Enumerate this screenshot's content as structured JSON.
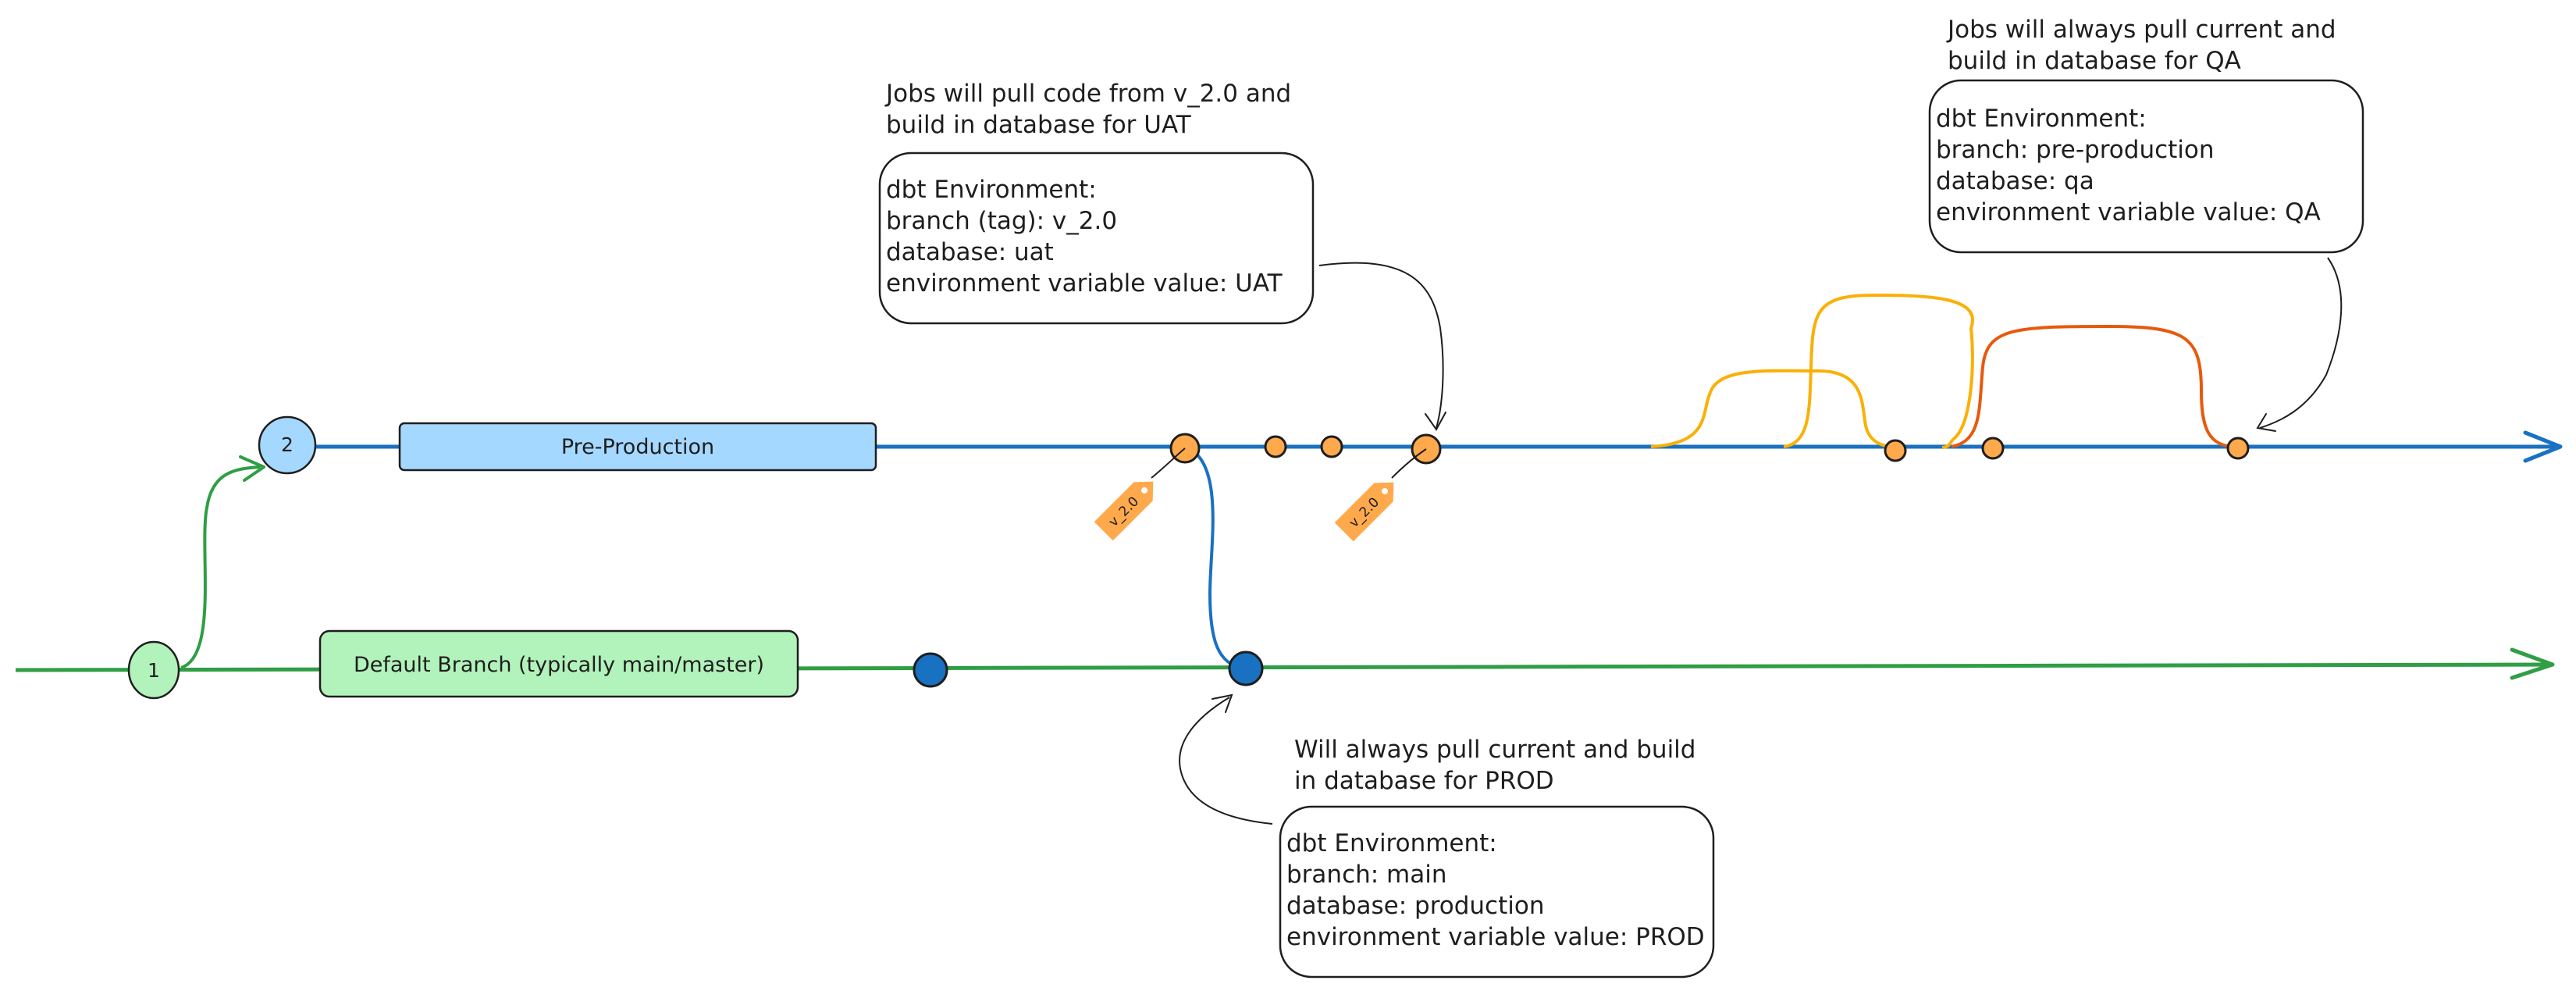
{
  "markers": {
    "one": "1",
    "two": "2"
  },
  "branches": {
    "pre_production": {
      "label": "Pre-Production"
    },
    "default": {
      "label": "Default Branch (typically main/master)"
    }
  },
  "tags": [
    "v_2.0",
    "v_2.0"
  ],
  "uat": {
    "caption": [
      "Jobs will pull code from v_2.0 and",
      "build in database for UAT"
    ],
    "box": [
      "dbt Environment:",
      "branch (tag): v_2.0",
      "database: uat",
      "environment variable value: UAT"
    ]
  },
  "qa": {
    "caption": [
      "Jobs will always pull current and",
      "build in database for QA"
    ],
    "box": [
      "dbt Environment:",
      "branch: pre-production",
      "database: qa",
      "environment variable value: QA"
    ]
  },
  "prod": {
    "caption": [
      "Will always pull current and build",
      "in database for PROD"
    ],
    "box": [
      "dbt Environment:",
      "branch: main",
      "database: production",
      "environment variable value: PROD"
    ]
  },
  "colors": {
    "green_line": "#2f9e44",
    "blue_line": "#1971c2",
    "pre_prod_fill": "#a5d8ff",
    "default_fill": "#b2f2bb",
    "commit_orange": "#ffa94d",
    "commit_blue": "#1971c2",
    "tag_fill": "#ffa94d",
    "feature_orange": "#fab005",
    "feature_red": "#e8590c"
  }
}
